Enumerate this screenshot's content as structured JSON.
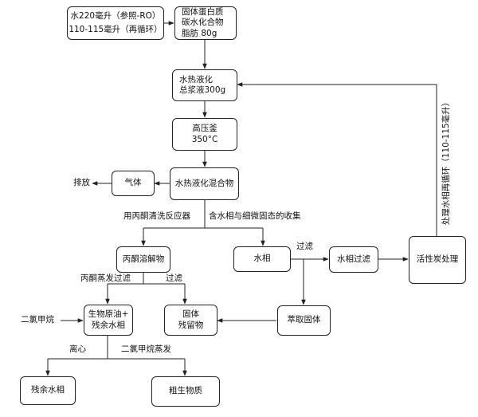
{
  "nodes": {
    "feed_water": {
      "line1": "水220毫升（参照-RO）",
      "line2": "110-115毫升（再循环）"
    },
    "solids": {
      "line1": "固体蛋白质",
      "line2": "碳水化合物",
      "line3": "脂肪 80g"
    },
    "htl": {
      "line1": "水热液化",
      "line2": "总浆液300g"
    },
    "autoclave": {
      "line1": "高压釜",
      "line2": "350°C"
    },
    "htl_mixture": {
      "label": "水热液化混合物"
    },
    "gas": {
      "label": "气体"
    },
    "vent": {
      "label": "排放"
    },
    "acetone_solubles": {
      "label": "丙酮溶解物"
    },
    "aqueous_phase": {
      "label": "水相"
    },
    "aqueous_filtration": {
      "label": "水相过滤"
    },
    "activated_carbon": {
      "label": "活性炭处理"
    },
    "biocrude": {
      "line1": "生物原油+",
      "line2": "残余水相"
    },
    "solid_residue": {
      "line1": "固体",
      "line2": "残留物"
    },
    "extracted_solids": {
      "label": "萃取固体"
    },
    "residual_aqueous": {
      "label": "残余水相"
    },
    "crude_bio": {
      "label": "粗生物质"
    },
    "dcm": {
      "label": "二氯甲烷"
    }
  },
  "edge_labels": {
    "acetone_wash": "用丙酮清洗反应器",
    "collect": "含水相与细微固态的收集",
    "acetone_evap": "丙酮蒸发过滤",
    "filter1": "过滤",
    "filter2": "过滤",
    "centrifuge": "离心",
    "dcm_evap": "二氯甲烷蒸发",
    "recycle": "处理水相再循环（110-115毫升）"
  }
}
